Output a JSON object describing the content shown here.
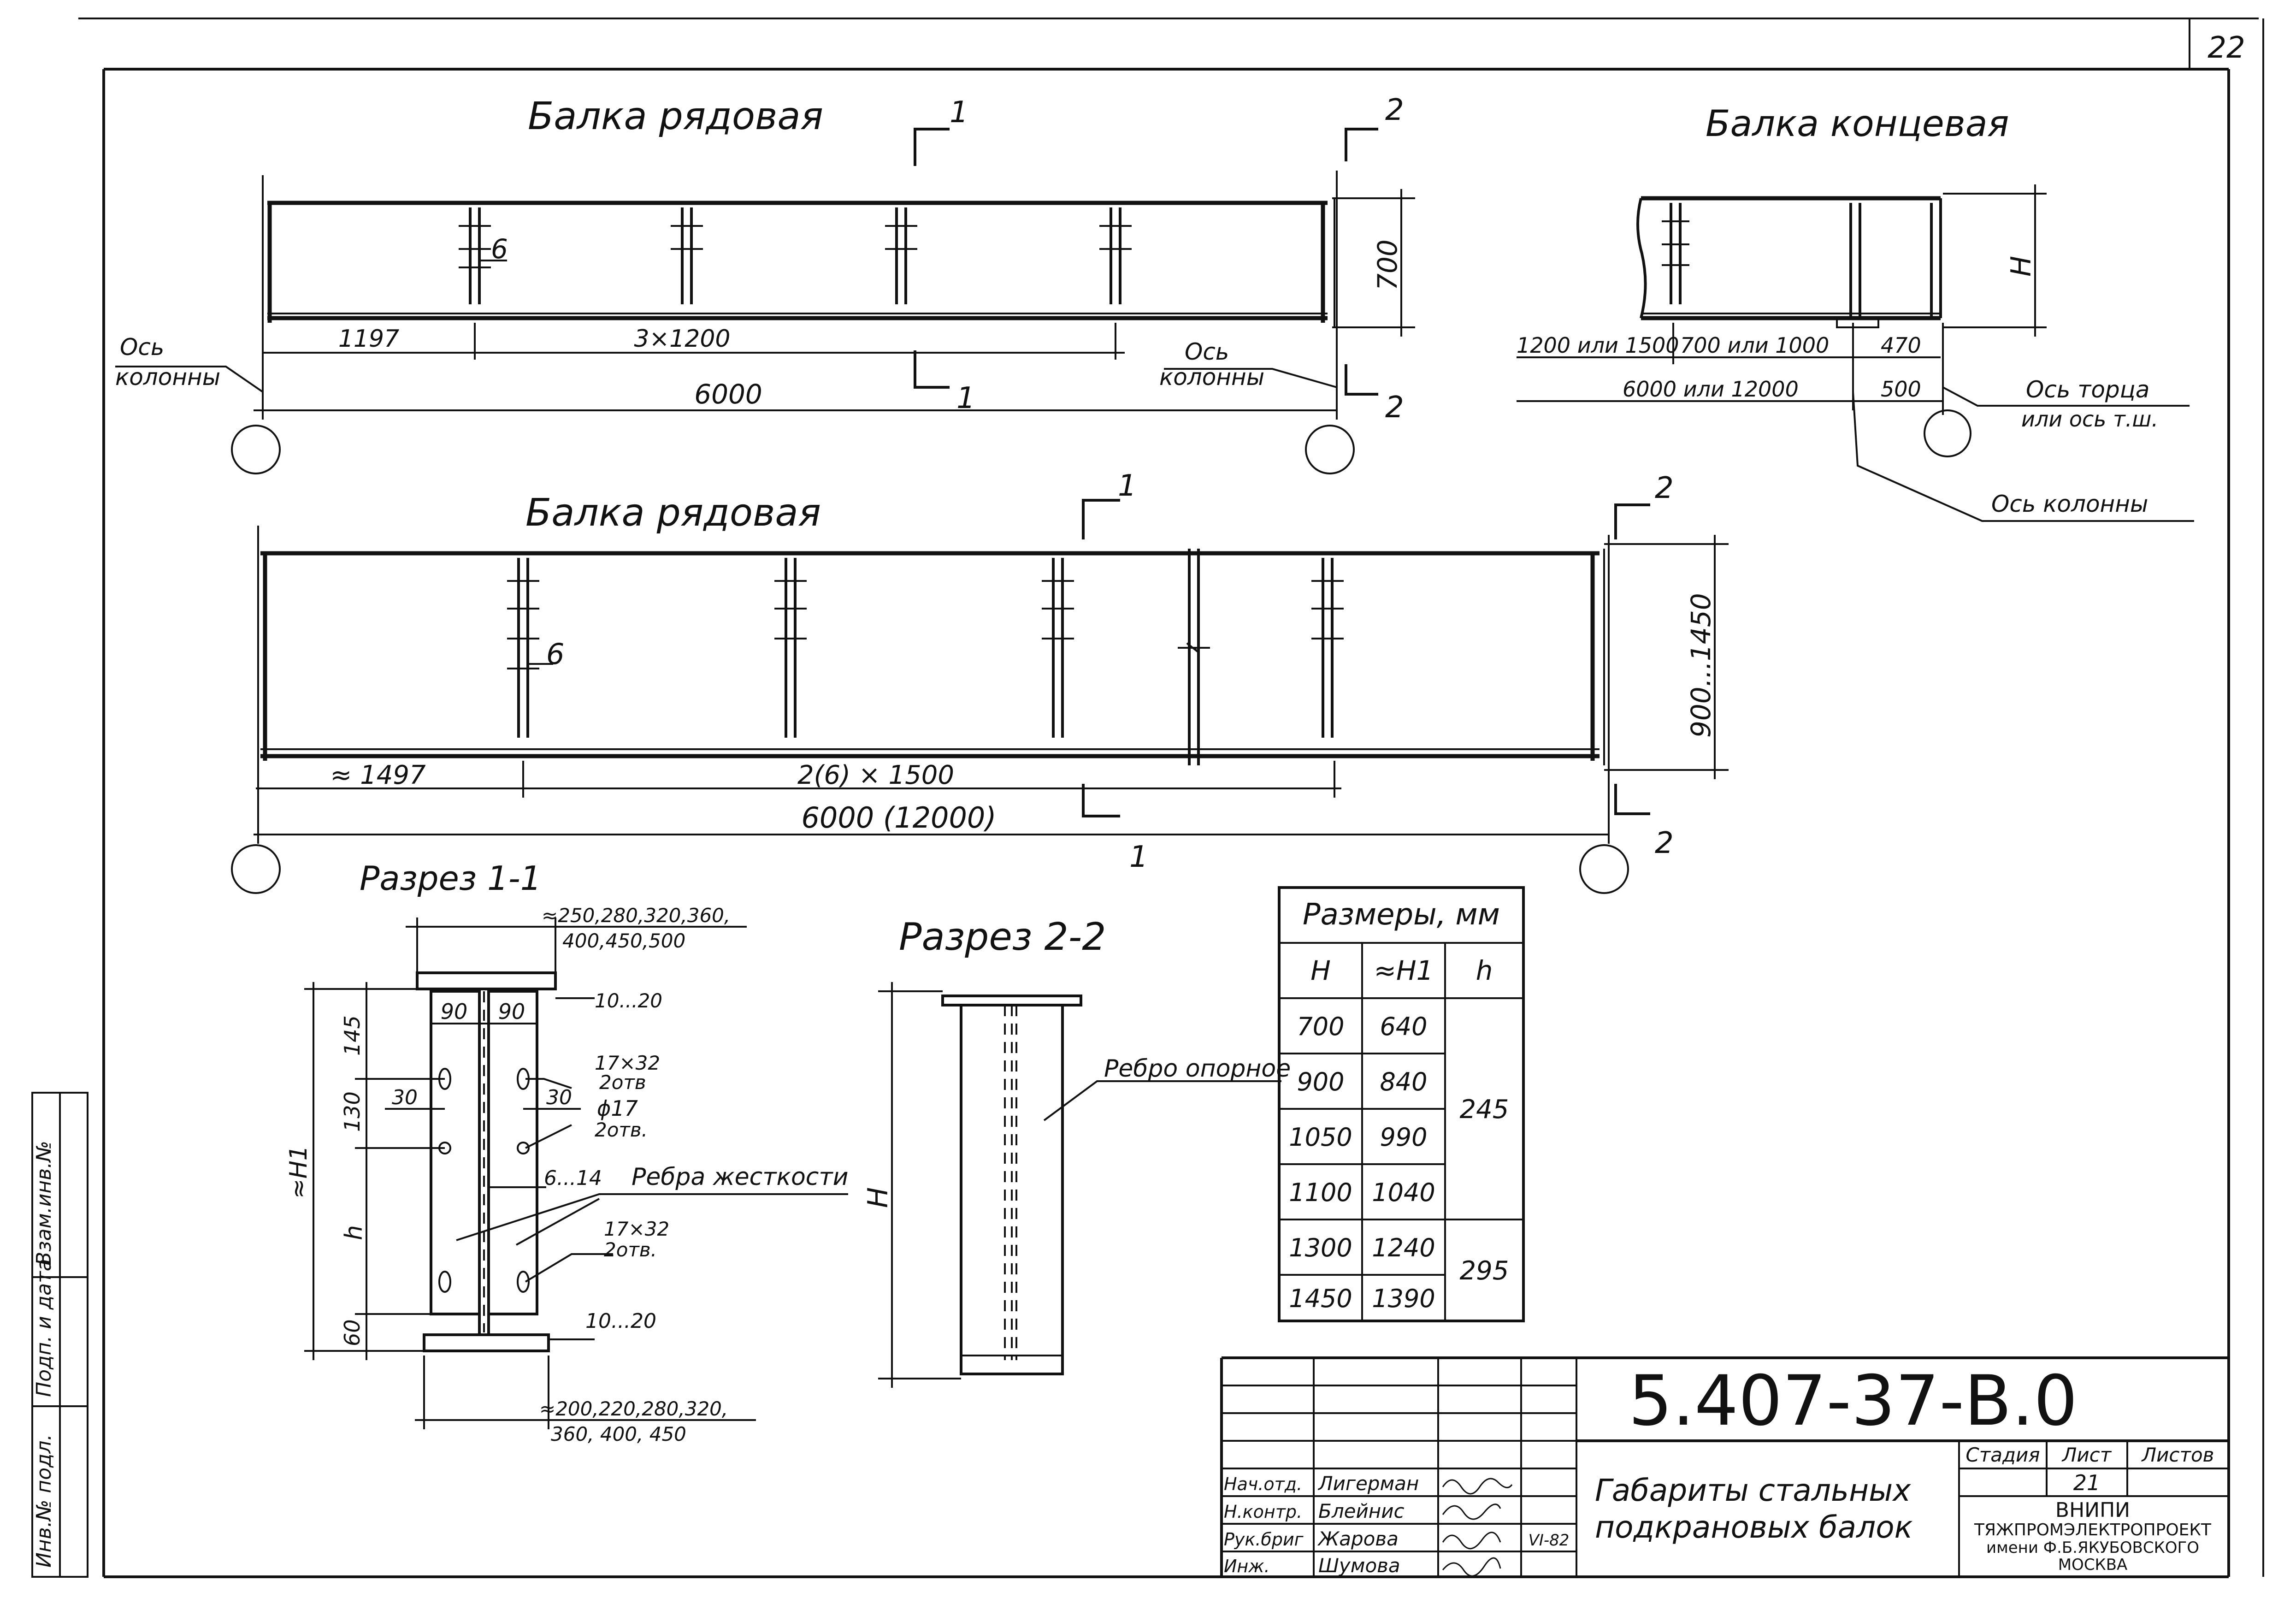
{
  "sheet": {
    "page_number": "22",
    "doc_code": "5.407-37-В.0",
    "title_line1": "Габариты стальных",
    "title_line2": "подкрановых балок"
  },
  "stamp": {
    "stage_header": "Стадия",
    "sheet_header": "Лист",
    "sheets_header": "Листов",
    "sheet_value": "21",
    "org_line1": "ВНИПИ",
    "org_line2": "ТЯЖПРОМЭЛЕКТРОПРОЕКТ",
    "org_line3": "имени Ф.Б.ЯКУБОВСКОГО",
    "org_line4": "МОСКВА",
    "date": "VI-82",
    "roles": [
      {
        "role": "Нач.отд.",
        "name": "Лигерман"
      },
      {
        "role": "Н.контр.",
        "name": "Блейнис"
      },
      {
        "role": "Рук.бриг",
        "name": "Жарова"
      },
      {
        "role": "Инж.",
        "name": "Шумова"
      }
    ]
  },
  "margin_labels": {
    "inv_orig": "Инв.№ подл.",
    "sign_date": "Подп. и дата",
    "replace_inv": "Взам.инв.№"
  },
  "beam_top": {
    "title": "Балка рядовая",
    "stiffener_thickness": "6",
    "height": "700",
    "dim_first": "1197",
    "dim_middle": "3×1200",
    "span": "6000",
    "axis_left_1": "Ось",
    "axis_left_2": "колонны",
    "axis_right_1": "Ось",
    "axis_right_2": "колонны",
    "cut1": "1",
    "cut2": "2"
  },
  "beam_end": {
    "title": "Балка концевая",
    "height": "H",
    "dim_a": "1200 или 1500",
    "dim_b": "700 или 1000",
    "dim_c": "470",
    "dim_span": "6000 или 12000",
    "dim_end": "500",
    "axis_end_1": "Ось торца",
    "axis_end_2": "или ось т.ш.",
    "axis_col": "Ось колонны"
  },
  "beam_long": {
    "title": "Балка рядовая",
    "stiffener_thickness": "6",
    "height": "900...1450",
    "dim_first": "≈ 1497",
    "dim_middle": "2(6) × 1500",
    "span": "6000 (12000)",
    "cut1": "1",
    "cut2": "2"
  },
  "section11": {
    "title": "Разрез 1-1",
    "top_flange_1": "≈250,280,320,360,",
    "top_flange_2": "400,450,500",
    "flange_t_top": "10...20",
    "flange_t_bot": "10...20",
    "w1": "90",
    "w2": "90",
    "d145": "145",
    "d130": "130",
    "dh": "h",
    "d60": "60",
    "dH1": "≈H1",
    "d30a": "30",
    "d30b": "30",
    "hole1_a": "17×32",
    "hole1_b": "2отв",
    "hole2_a": "ϕ17",
    "hole2_b": "2отв.",
    "web_t": "6...14",
    "ribs": "Ребра жесткости",
    "hole3_a": "17×32",
    "hole3_b": "2отв.",
    "bot_flange_1": "≈200,220,280,320,",
    "bot_flange_2": "360, 400, 450"
  },
  "section22": {
    "title": "Разрез 2-2",
    "rib": "Ребро опорное",
    "height": "H"
  },
  "dims_table": {
    "title": "Размеры, мм",
    "headers": [
      "H",
      "≈H1",
      "h"
    ],
    "rows": [
      [
        "700",
        "640"
      ],
      [
        "900",
        "840"
      ],
      [
        "1050",
        "990"
      ],
      [
        "1100",
        "1040"
      ],
      [
        "1300",
        "1240"
      ],
      [
        "1450",
        "1390"
      ]
    ],
    "h_group1": "245",
    "h_group2": "295"
  }
}
